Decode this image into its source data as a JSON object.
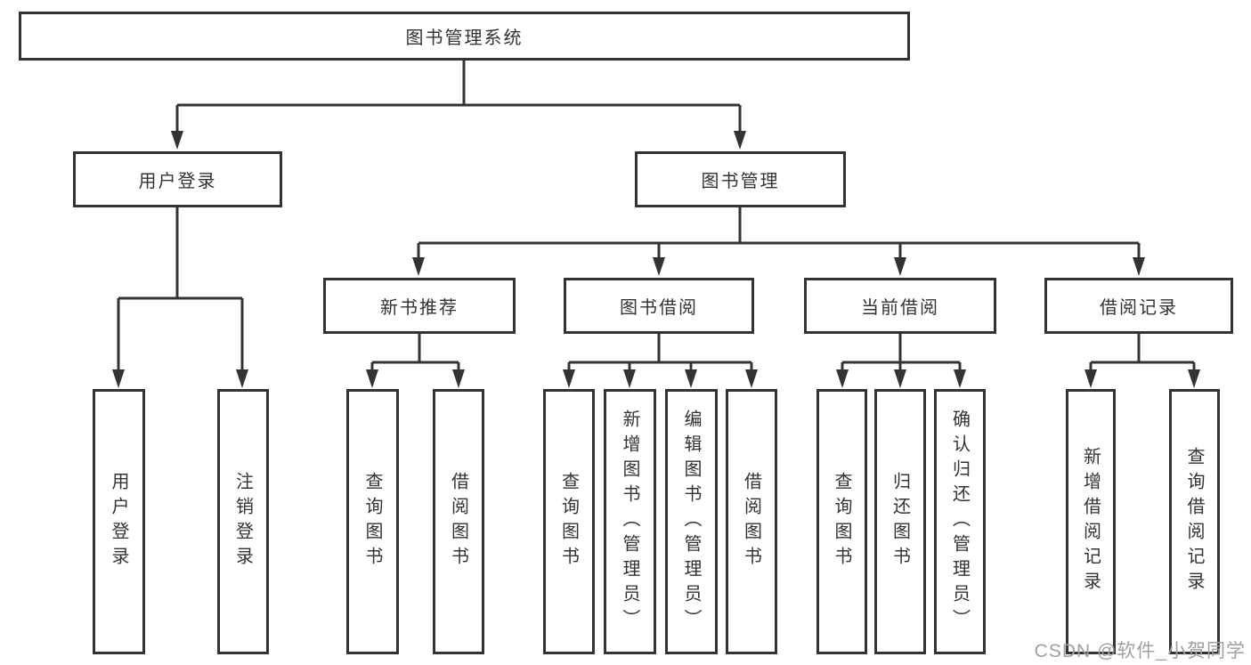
{
  "tree": {
    "root": {
      "label": "图书管理系统"
    },
    "branches": [
      {
        "label": "用户登录",
        "children": [
          {
            "label": "用户登录"
          },
          {
            "label": "注销登录"
          }
        ]
      },
      {
        "label": "图书管理",
        "sections": [
          {
            "label": "新书推荐",
            "children": [
              {
                "label": "查询图书"
              },
              {
                "label": "借阅图书"
              }
            ]
          },
          {
            "label": "图书借阅",
            "children": [
              {
                "label": "查询图书"
              },
              {
                "label": "新增图书（管理员）"
              },
              {
                "label": "编辑图书（管理员）"
              },
              {
                "label": "借阅图书"
              }
            ]
          },
          {
            "label": "当前借阅",
            "children": [
              {
                "label": "查询图书"
              },
              {
                "label": "归还图书"
              },
              {
                "label": "确认归还（管理员）"
              }
            ]
          },
          {
            "label": "借阅记录",
            "children": [
              {
                "label": "新增借阅记录"
              },
              {
                "label": "查询借阅记录"
              }
            ]
          }
        ]
      }
    ]
  },
  "watermark": {
    "text": "CSDN @软件_小贺同学"
  },
  "colors": {
    "line": "#333333",
    "text": "#333333",
    "background": "#ffffff",
    "watermark": "#a0a0a0"
  }
}
